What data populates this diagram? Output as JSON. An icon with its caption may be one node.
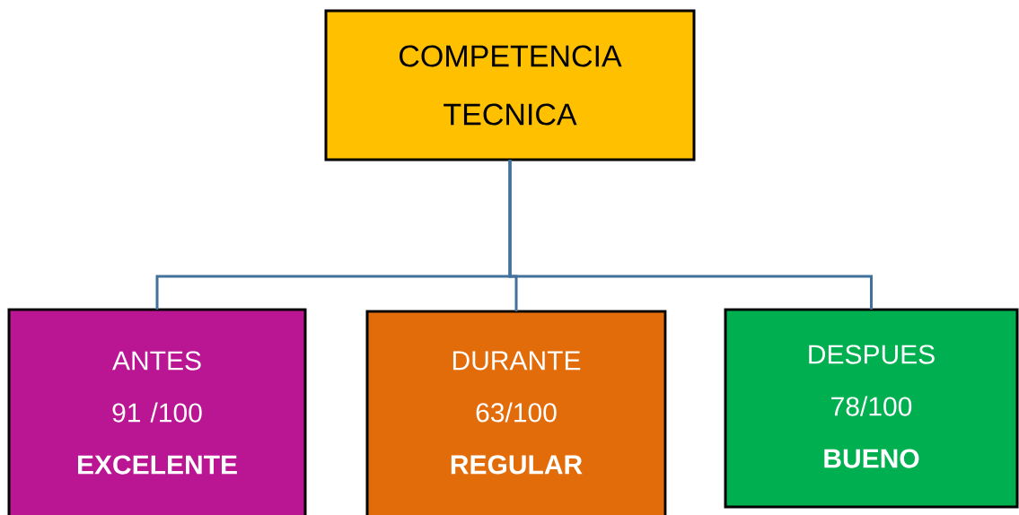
{
  "diagram": {
    "nodes": [
      {
        "text": [
          "COMPETENCIA TECNICA"
        ]
      },
      {
        "text": [
          "ANTES",
          "91 /100",
          "EXCELENTE"
        ]
      },
      {
        "text": [
          "DURANTE",
          "63/100",
          "REGULAR"
        ]
      },
      {
        "text": [
          "DESPUES",
          "78/100",
          "BUENO"
        ]
      }
    ],
    "edges": [
      {
        "from": 0,
        "to": 1,
        "arrow": "none"
      },
      {
        "from": 0,
        "to": 2,
        "arrow": "none"
      },
      {
        "from": 0,
        "to": 3,
        "arrow": "none"
      }
    ]
  }
}
